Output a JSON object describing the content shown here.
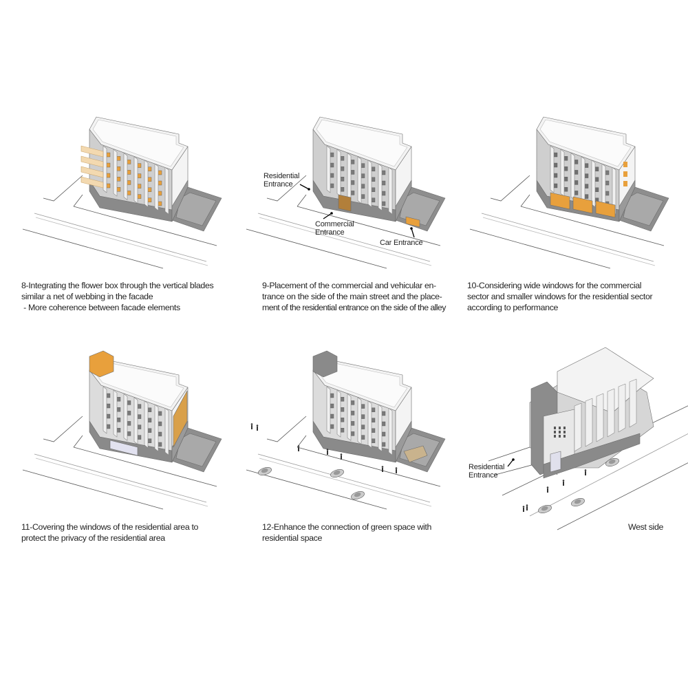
{
  "colors": {
    "accent": "#e8a03c",
    "concrete": "#8c8c8c",
    "wall": "#ececec",
    "line": "#555555"
  },
  "panels": [
    {
      "id": 8,
      "caption": [
        "8-Integrating the flower box through the vertical blades",
        "similar a net of webbing in the facade",
        " - More coherence between facade elements"
      ],
      "variant": "flowerbox"
    },
    {
      "id": 9,
      "caption": [
        "9-Placement of the commercial and vehicular en-",
        "trance on the side of the main street and the place-",
        "ment of the residential entrance on the side of the alley"
      ],
      "variant": "entrances",
      "labels": {
        "residential": [
          "Residential",
          "Entrance"
        ],
        "commercial": [
          "Commercial",
          "Entrance"
        ],
        "car": [
          "Car Entrance"
        ]
      }
    },
    {
      "id": 10,
      "caption": [
        "10-Considering wide windows for the commercial",
        "sector and smaller windows for the residential sector",
        "according to performance"
      ],
      "variant": "windows"
    },
    {
      "id": 11,
      "caption": [
        "11-Covering the windows of the residential area to",
        "protect the privacy of the residential area"
      ],
      "variant": "covering"
    },
    {
      "id": 12,
      "caption": [
        "12-Enhance the connection of green space with",
        "residential space"
      ],
      "variant": "green"
    },
    {
      "id": "west",
      "caption": [
        "West side"
      ],
      "variant": "west",
      "labels": {
        "residential": [
          "Residential",
          "Entrance"
        ]
      }
    }
  ]
}
